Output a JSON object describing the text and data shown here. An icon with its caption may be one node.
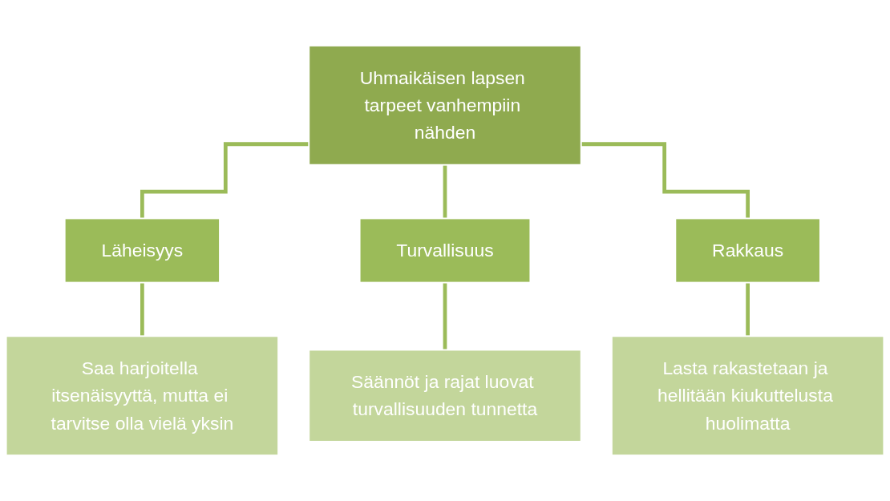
{
  "diagram": {
    "nodes": [
      {
        "text": [
          "Uhmaikäisen lapsen tarpeet vanhempiin nähden"
        ]
      },
      {
        "text": [
          "Läheisyys"
        ]
      },
      {
        "text": [
          "Turvallisuus"
        ]
      },
      {
        "text": [
          "Rakkaus"
        ]
      },
      {
        "text": [
          "Saa harjoitella itsenäisyyttä, mutta ei tarvitse olla vielä yksin"
        ]
      },
      {
        "text": [
          "Säännöt ja rajat luovat turvallisuuden tunnetta"
        ]
      },
      {
        "text": [
          "Lasta rakastetaan ja hellitään kiukuttelusta huolimatta"
        ]
      }
    ],
    "edges": [
      {
        "from": 0,
        "to": 1,
        "arrow": "none"
      },
      {
        "from": 0,
        "to": 2,
        "arrow": "none"
      },
      {
        "from": 0,
        "to": 3,
        "arrow": "none"
      },
      {
        "from": 1,
        "to": 4,
        "arrow": "none"
      },
      {
        "from": 2,
        "to": 5,
        "arrow": "none"
      },
      {
        "from": 3,
        "to": 6,
        "arrow": "none"
      }
    ]
  }
}
